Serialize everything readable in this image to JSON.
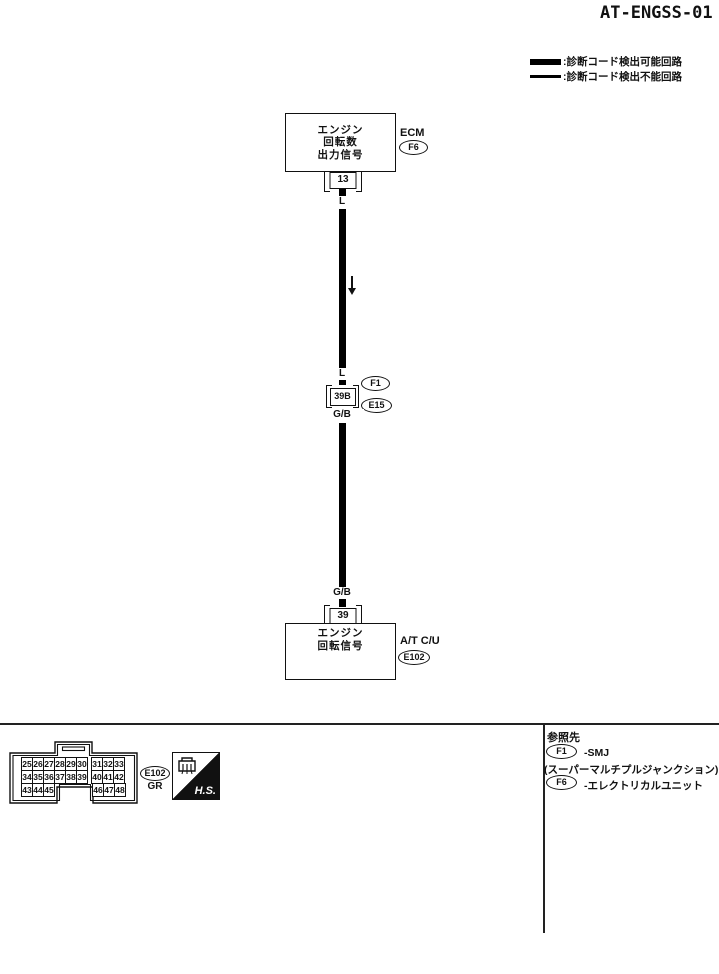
{
  "title": "AT-ENGSS-01",
  "colors": {
    "ink": "#111111",
    "paper": "#ffffff",
    "wire": "#000000"
  },
  "legend": {
    "detectable_label": ":診断コード検出可能回路",
    "undetectable_label": ":診断コード検出不能回路"
  },
  "ecm": {
    "signal_lines": [
      "エンジン",
      "回転数",
      "出力信号"
    ],
    "unit_name": "ECM",
    "connector_ref": "F6",
    "pin": "13"
  },
  "upper_wire": {
    "label_at_ecm": "L",
    "label_at_junction": "L"
  },
  "junction": {
    "pin": "39B",
    "ref_upper": "F1",
    "ref_lower": "E15"
  },
  "lower_wire": {
    "label_at_junction": "G/B",
    "label_at_atcu": "G/B"
  },
  "atcu": {
    "pin": "39",
    "signal_lines": [
      "エンジン",
      "回転信号"
    ],
    "unit_name": "A/T C/U",
    "connector_ref": "E102"
  },
  "connector_view": {
    "ref": "E102",
    "color_code": "GR",
    "stamp": "H.S.",
    "pin_rows": [
      {
        "left": [
          "25",
          "26",
          "27",
          "28",
          "29",
          "30"
        ],
        "right": [
          "31",
          "32",
          "33"
        ]
      },
      {
        "left": [
          "34",
          "35",
          "36",
          "37",
          "38",
          "39"
        ],
        "right": [
          "40",
          "41",
          "42"
        ]
      },
      {
        "left": [
          "43",
          "44",
          "45"
        ],
        "right": [
          "46",
          "47",
          "48"
        ]
      }
    ]
  },
  "references": {
    "heading": "参照先",
    "f1_ref": "F1",
    "f1_text": "-SMJ",
    "f1_note": "(スーパーマルチプルジャンクション)",
    "f6_ref": "F6",
    "f6_text": "-エレクトリカルユニット"
  }
}
